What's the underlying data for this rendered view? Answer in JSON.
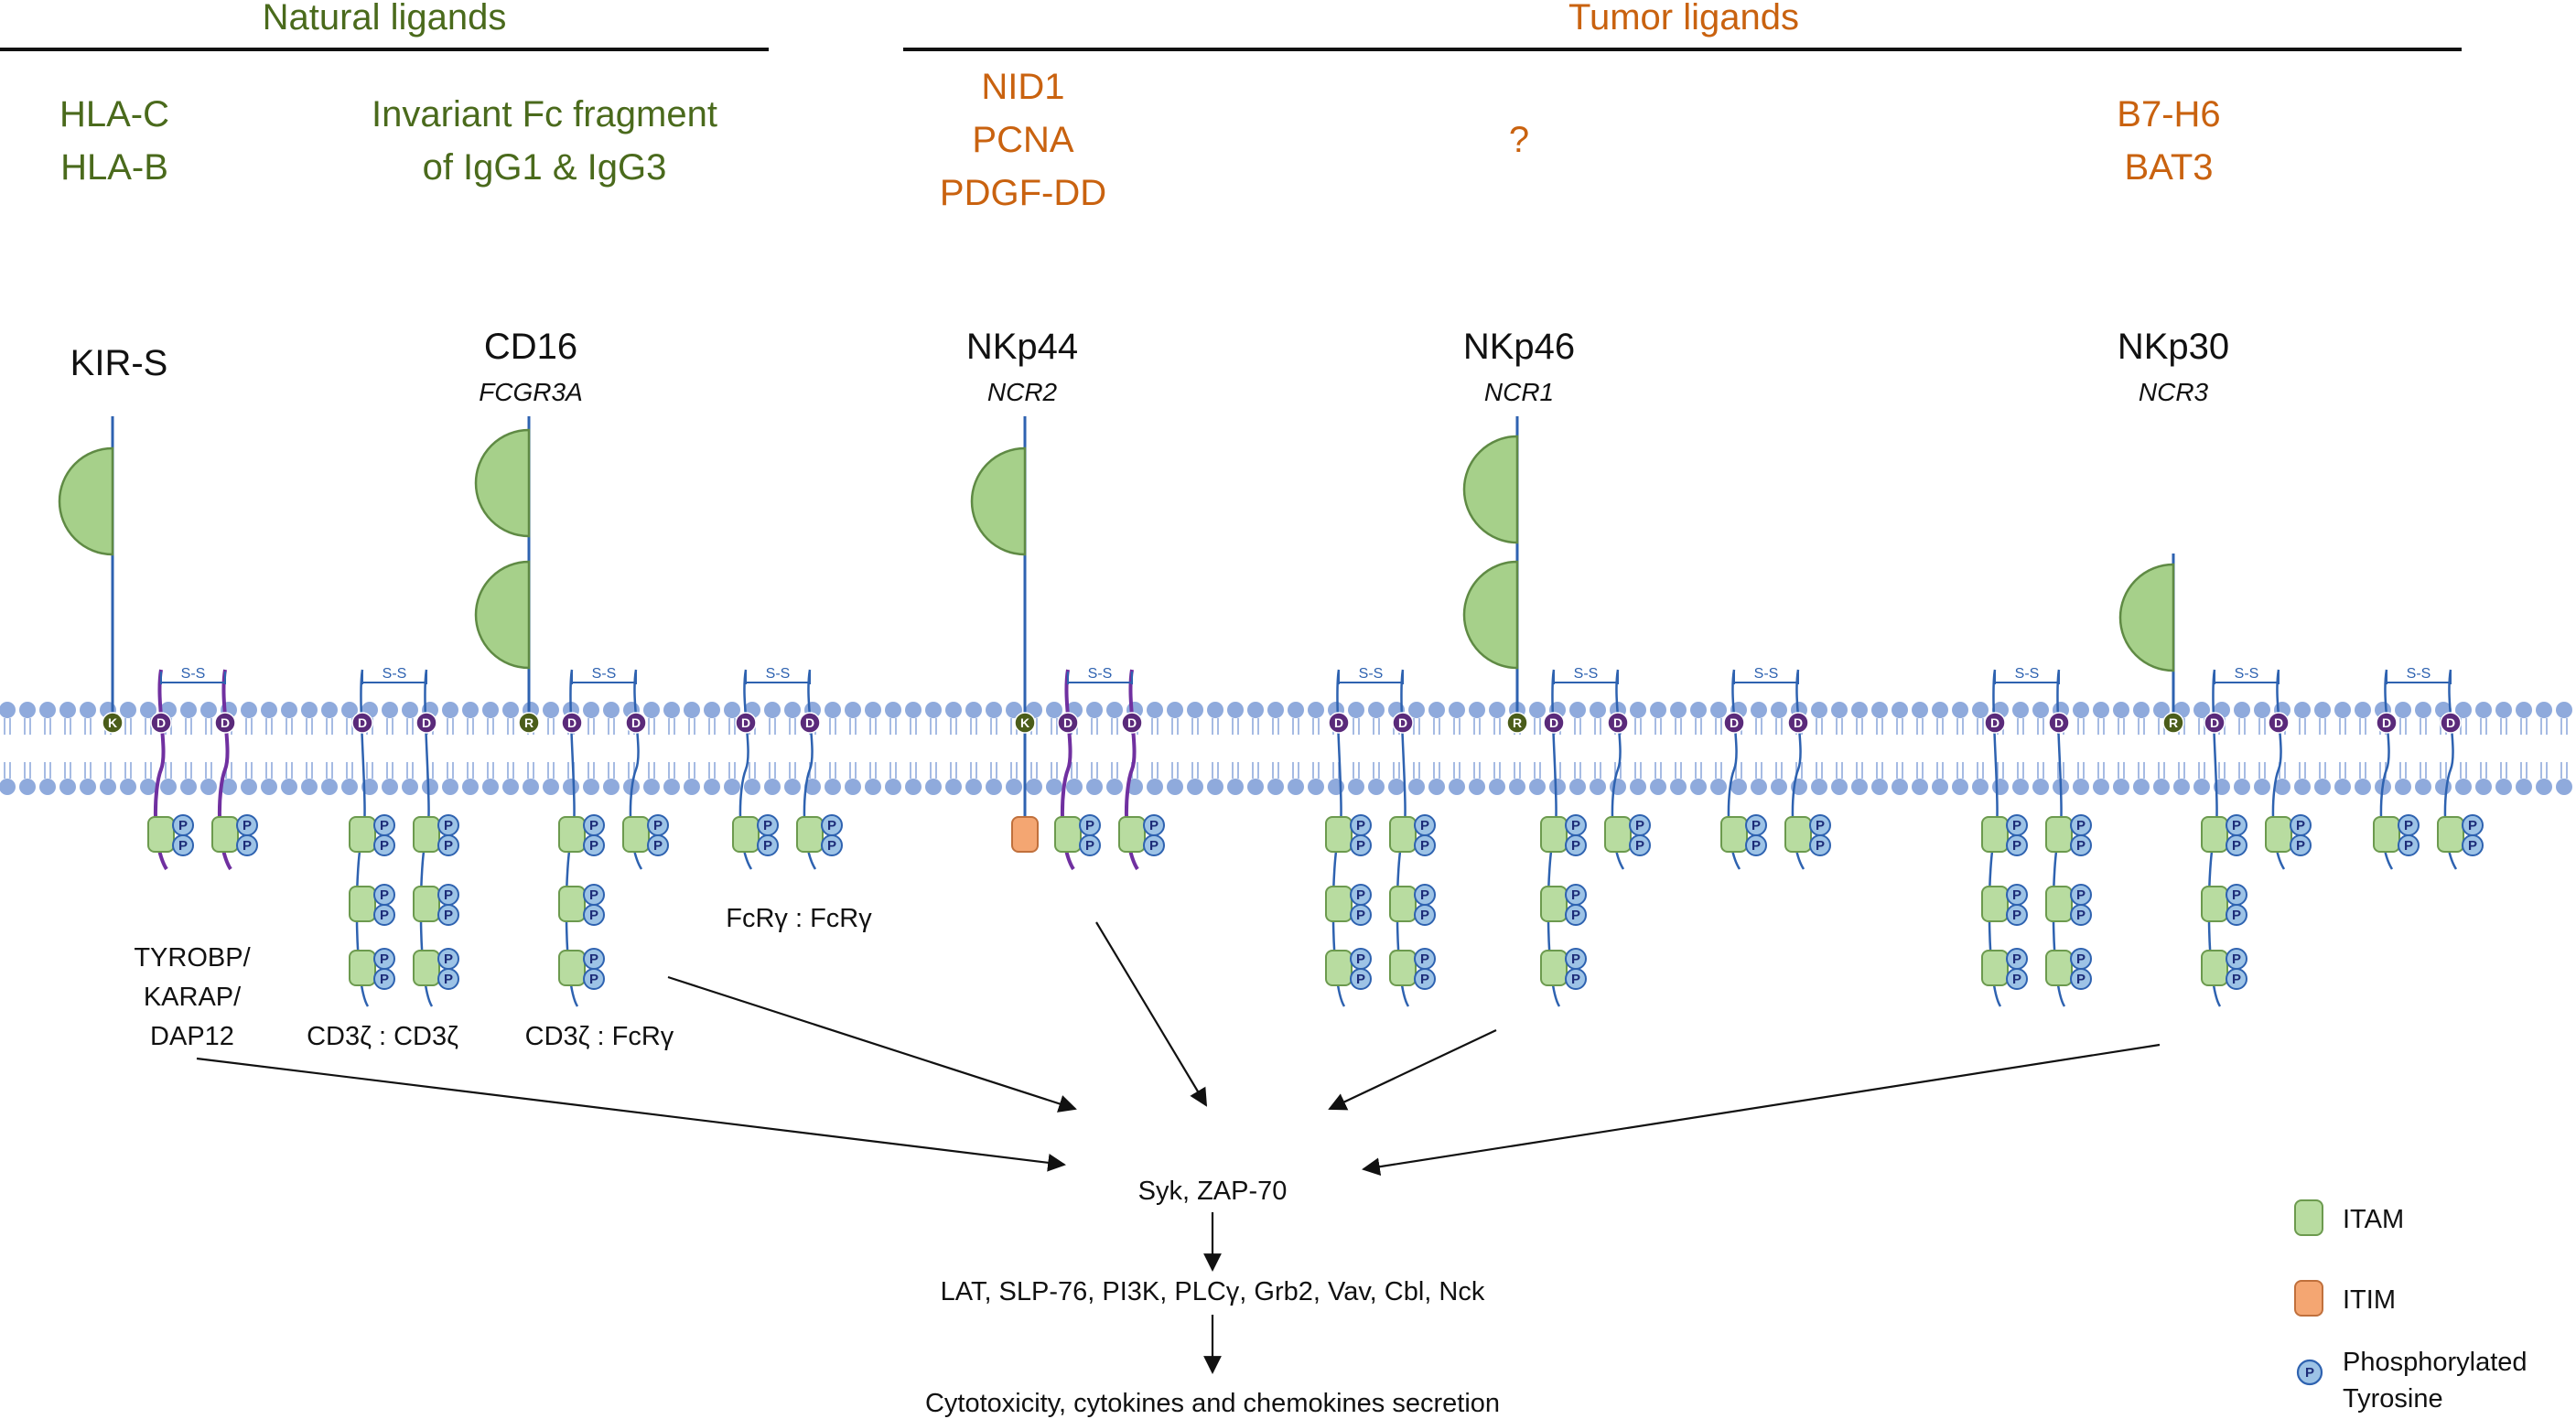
{
  "headers": {
    "natural": "Natural ligands",
    "tumor": "Tumor ligands"
  },
  "ligands": {
    "hla": [
      "HLA-C",
      "HLA-B"
    ],
    "fc": [
      "Invariant Fc fragment",
      "of IgG1 & IgG3"
    ],
    "nkp44": [
      "NID1",
      "PCNA",
      "PDGF-DD"
    ],
    "nkp46": [
      "?"
    ],
    "nkp30": [
      "B7-H6",
      "BAT3"
    ]
  },
  "receptors": [
    {
      "name": "KIR-S",
      "gene": ""
    },
    {
      "name": "CD16",
      "gene": "FCGR3A"
    },
    {
      "name": "NKp44",
      "gene": "NCR2"
    },
    {
      "name": "NKp46",
      "gene": "NCR1"
    },
    {
      "name": "NKp30",
      "gene": "NCR3"
    }
  ],
  "adaptors": {
    "tyrobp": [
      "TYROBP/",
      "KARAP/",
      "DAP12"
    ],
    "cd3z_cd3z": "CD3ζ : CD3ζ",
    "cd3z_fcrg": "CD3ζ : FcRγ",
    "fcrg_fcrg": "FcRγ : FcRγ"
  },
  "residues": {
    "K": "K",
    "R": "R",
    "D": "D",
    "P": "P",
    "ss": "S-S"
  },
  "pathway": {
    "step1": "Syk, ZAP-70",
    "step2": "LAT, SLP-76,  PI3K, PLCγ, Grb2, Vav, Cbl, Nck",
    "step3": "Cytotoxicity, cytokines and chemokines secretion"
  },
  "legend": {
    "itam": "ITAM",
    "itim": "ITIM",
    "ptyr": [
      "Phosphorylated",
      "Tyrosine"
    ]
  },
  "colors": {
    "natural_text": "#4a6a1c",
    "tumor_text": "#c9620f",
    "itam_fill": "#b8dca0",
    "itim_fill": "#f4a672",
    "domain_fill": "#a6d08a",
    "membrane": "#8faadc",
    "chain_blue": "#2e62b0",
    "dap12_purple": "#7030a0",
    "k_residue": "#4b5d1a",
    "d_residue": "#5a2a7a"
  }
}
